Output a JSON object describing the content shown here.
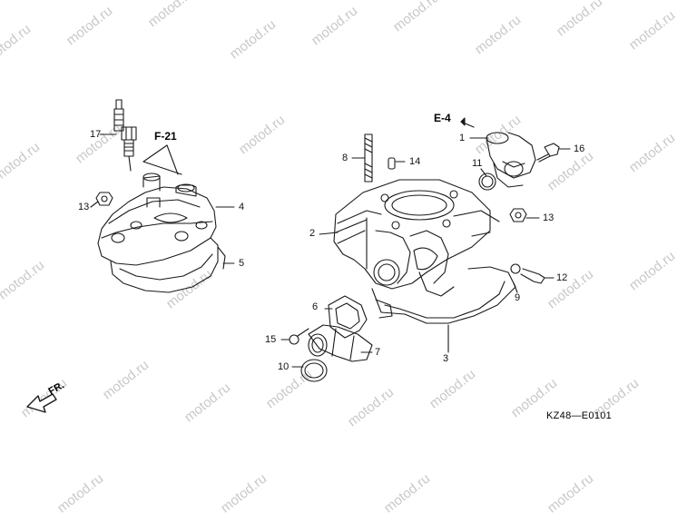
{
  "watermark": "motod.ru",
  "diagram_code": "KZ48—E0101",
  "references": {
    "f21": "F-21",
    "e4": "E-4",
    "front": "FR."
  },
  "parts": [
    {
      "id": "p1",
      "num": "1"
    },
    {
      "id": "p2",
      "num": "2"
    },
    {
      "id": "p3",
      "num": "3"
    },
    {
      "id": "p4",
      "num": "4"
    },
    {
      "id": "p5",
      "num": "5"
    },
    {
      "id": "p6",
      "num": "6"
    },
    {
      "id": "p7",
      "num": "7"
    },
    {
      "id": "p8",
      "num": "8"
    },
    {
      "id": "p9",
      "num": "9"
    },
    {
      "id": "p10",
      "num": "10"
    },
    {
      "id": "p11",
      "num": "11"
    },
    {
      "id": "p12",
      "num": "12"
    },
    {
      "id": "p13a",
      "num": "13"
    },
    {
      "id": "p13b",
      "num": "13"
    },
    {
      "id": "p14",
      "num": "14"
    },
    {
      "id": "p15",
      "num": "15"
    },
    {
      "id": "p16",
      "num": "16"
    },
    {
      "id": "p17",
      "num": "17"
    }
  ],
  "colors": {
    "line": "#1a1a1a",
    "watermark": "#c9c9c9",
    "background": "#ffffff"
  }
}
